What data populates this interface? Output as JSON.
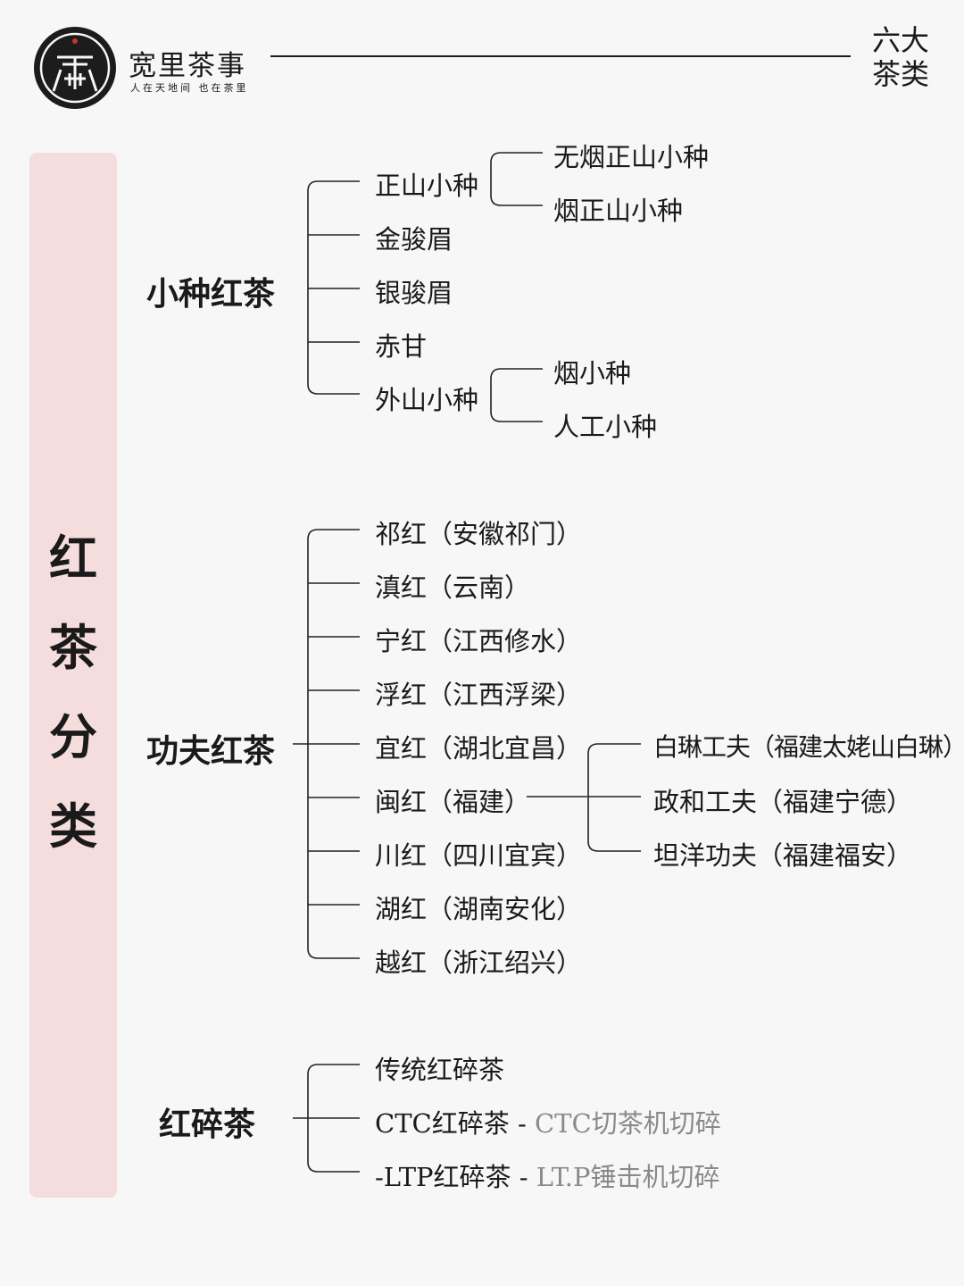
{
  "header": {
    "brand_name": "宽里茶事",
    "brand_slogan": "人在天地间 也在茶里",
    "series_tag": "六大\n茶类"
  },
  "side_title": "红\n茶\n分\n类",
  "colors": {
    "band": "#f5dcdd",
    "ink": "#1a1a1a",
    "note": "#8a8a8a",
    "logo": "#1c1c1c",
    "logo_dot": "#c0392b"
  },
  "categories": [
    {
      "name": "小种红茶",
      "items": [
        {
          "label": "正山小种",
          "children": [
            "无烟正山小种",
            "烟正山小种"
          ]
        },
        {
          "label": "金骏眉"
        },
        {
          "label": "银骏眉"
        },
        {
          "label": "赤甘"
        },
        {
          "label": "外山小种",
          "children": [
            "烟小种",
            "人工小种"
          ]
        }
      ]
    },
    {
      "name": "功夫红茶",
      "items": [
        {
          "label": "祁红（安徽祁门）"
        },
        {
          "label": "滇红（云南）"
        },
        {
          "label": "宁红（江西修水）"
        },
        {
          "label": "浮红（江西浮梁）"
        },
        {
          "label": "宜红（湖北宜昌）"
        },
        {
          "label": "闽红（福建）",
          "children": [
            "白琳工夫（福建太姥山白琳）",
            "政和工夫（福建宁德）",
            "坦洋功夫（福建福安）"
          ]
        },
        {
          "label": "川红（四川宜宾）"
        },
        {
          "label": "湖红（湖南安化）"
        },
        {
          "label": "越红（浙江绍兴）"
        }
      ]
    },
    {
      "name": "红碎茶",
      "items": [
        {
          "label": "传统红碎茶"
        },
        {
          "label": "CTC红碎茶 - ",
          "note": "CTC切茶机切碎"
        },
        {
          "label": "-LTP红碎茶 - ",
          "note": "LT.P锤击机切碎"
        }
      ]
    }
  ]
}
